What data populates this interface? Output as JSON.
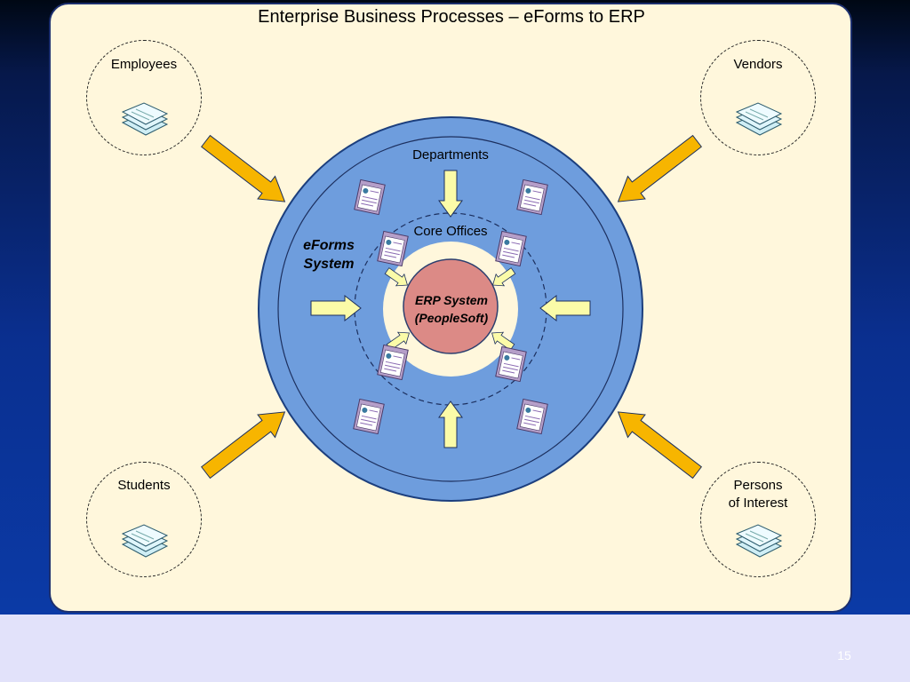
{
  "title": "Enterprise Business Processes – eForms to ERP",
  "stakeholders": {
    "employees": "Employees",
    "vendors": "Vendors",
    "students": "Students",
    "persons_line1": "Persons",
    "persons_line2": "of Interest"
  },
  "rings": {
    "departments": "Departments",
    "core_offices": "Core Offices",
    "eforms_line1": "eForms",
    "eforms_line2": "System",
    "erp_line1": "ERP System",
    "erp_line2": "(PeopleSoft)"
  },
  "page_number": "15",
  "colors": {
    "outer_circle": "#6e9ddd",
    "inner_light": "#fff7dc",
    "erp_core": "#dc8a86",
    "gold_arrow": "#f7b500",
    "pale_arrow": "#fbfba8",
    "panel_bg": "#fff7dc"
  },
  "icons": {
    "stakeholder": "document-stack-icon",
    "form": "eform-document-icon"
  }
}
